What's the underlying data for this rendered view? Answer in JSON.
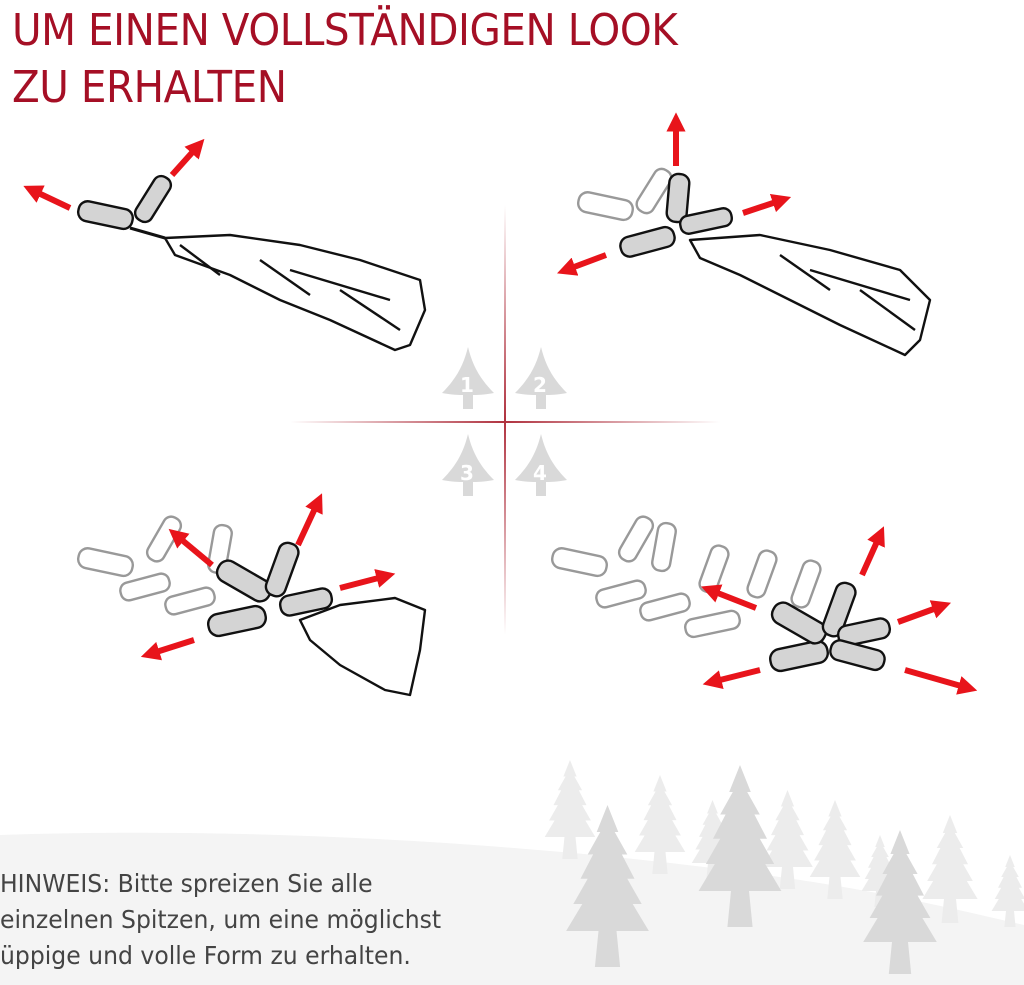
{
  "title": {
    "line1": "UM EINEN VOLLSTÄNDIGEN LOOK",
    "line2": "ZU ERHALTEN"
  },
  "steps": [
    {
      "number": "1",
      "arrows": 2
    },
    {
      "number": "2",
      "arrows": 3
    },
    {
      "number": "3",
      "arrows": 4
    },
    {
      "number": "4",
      "arrows": 5
    }
  ],
  "colors": {
    "title": "#a50f25",
    "arrow": "#e8141b",
    "divider": "#b0323f",
    "step_tree": "#d9d9d9",
    "ground": "#f4f4f4"
  },
  "note": {
    "line1": "HINWEIS: Bitte spreizen Sie alle",
    "line2": "einzelnen Spitzen, um eine möglichst",
    "line3": "üppige und volle Form zu erhalten."
  }
}
